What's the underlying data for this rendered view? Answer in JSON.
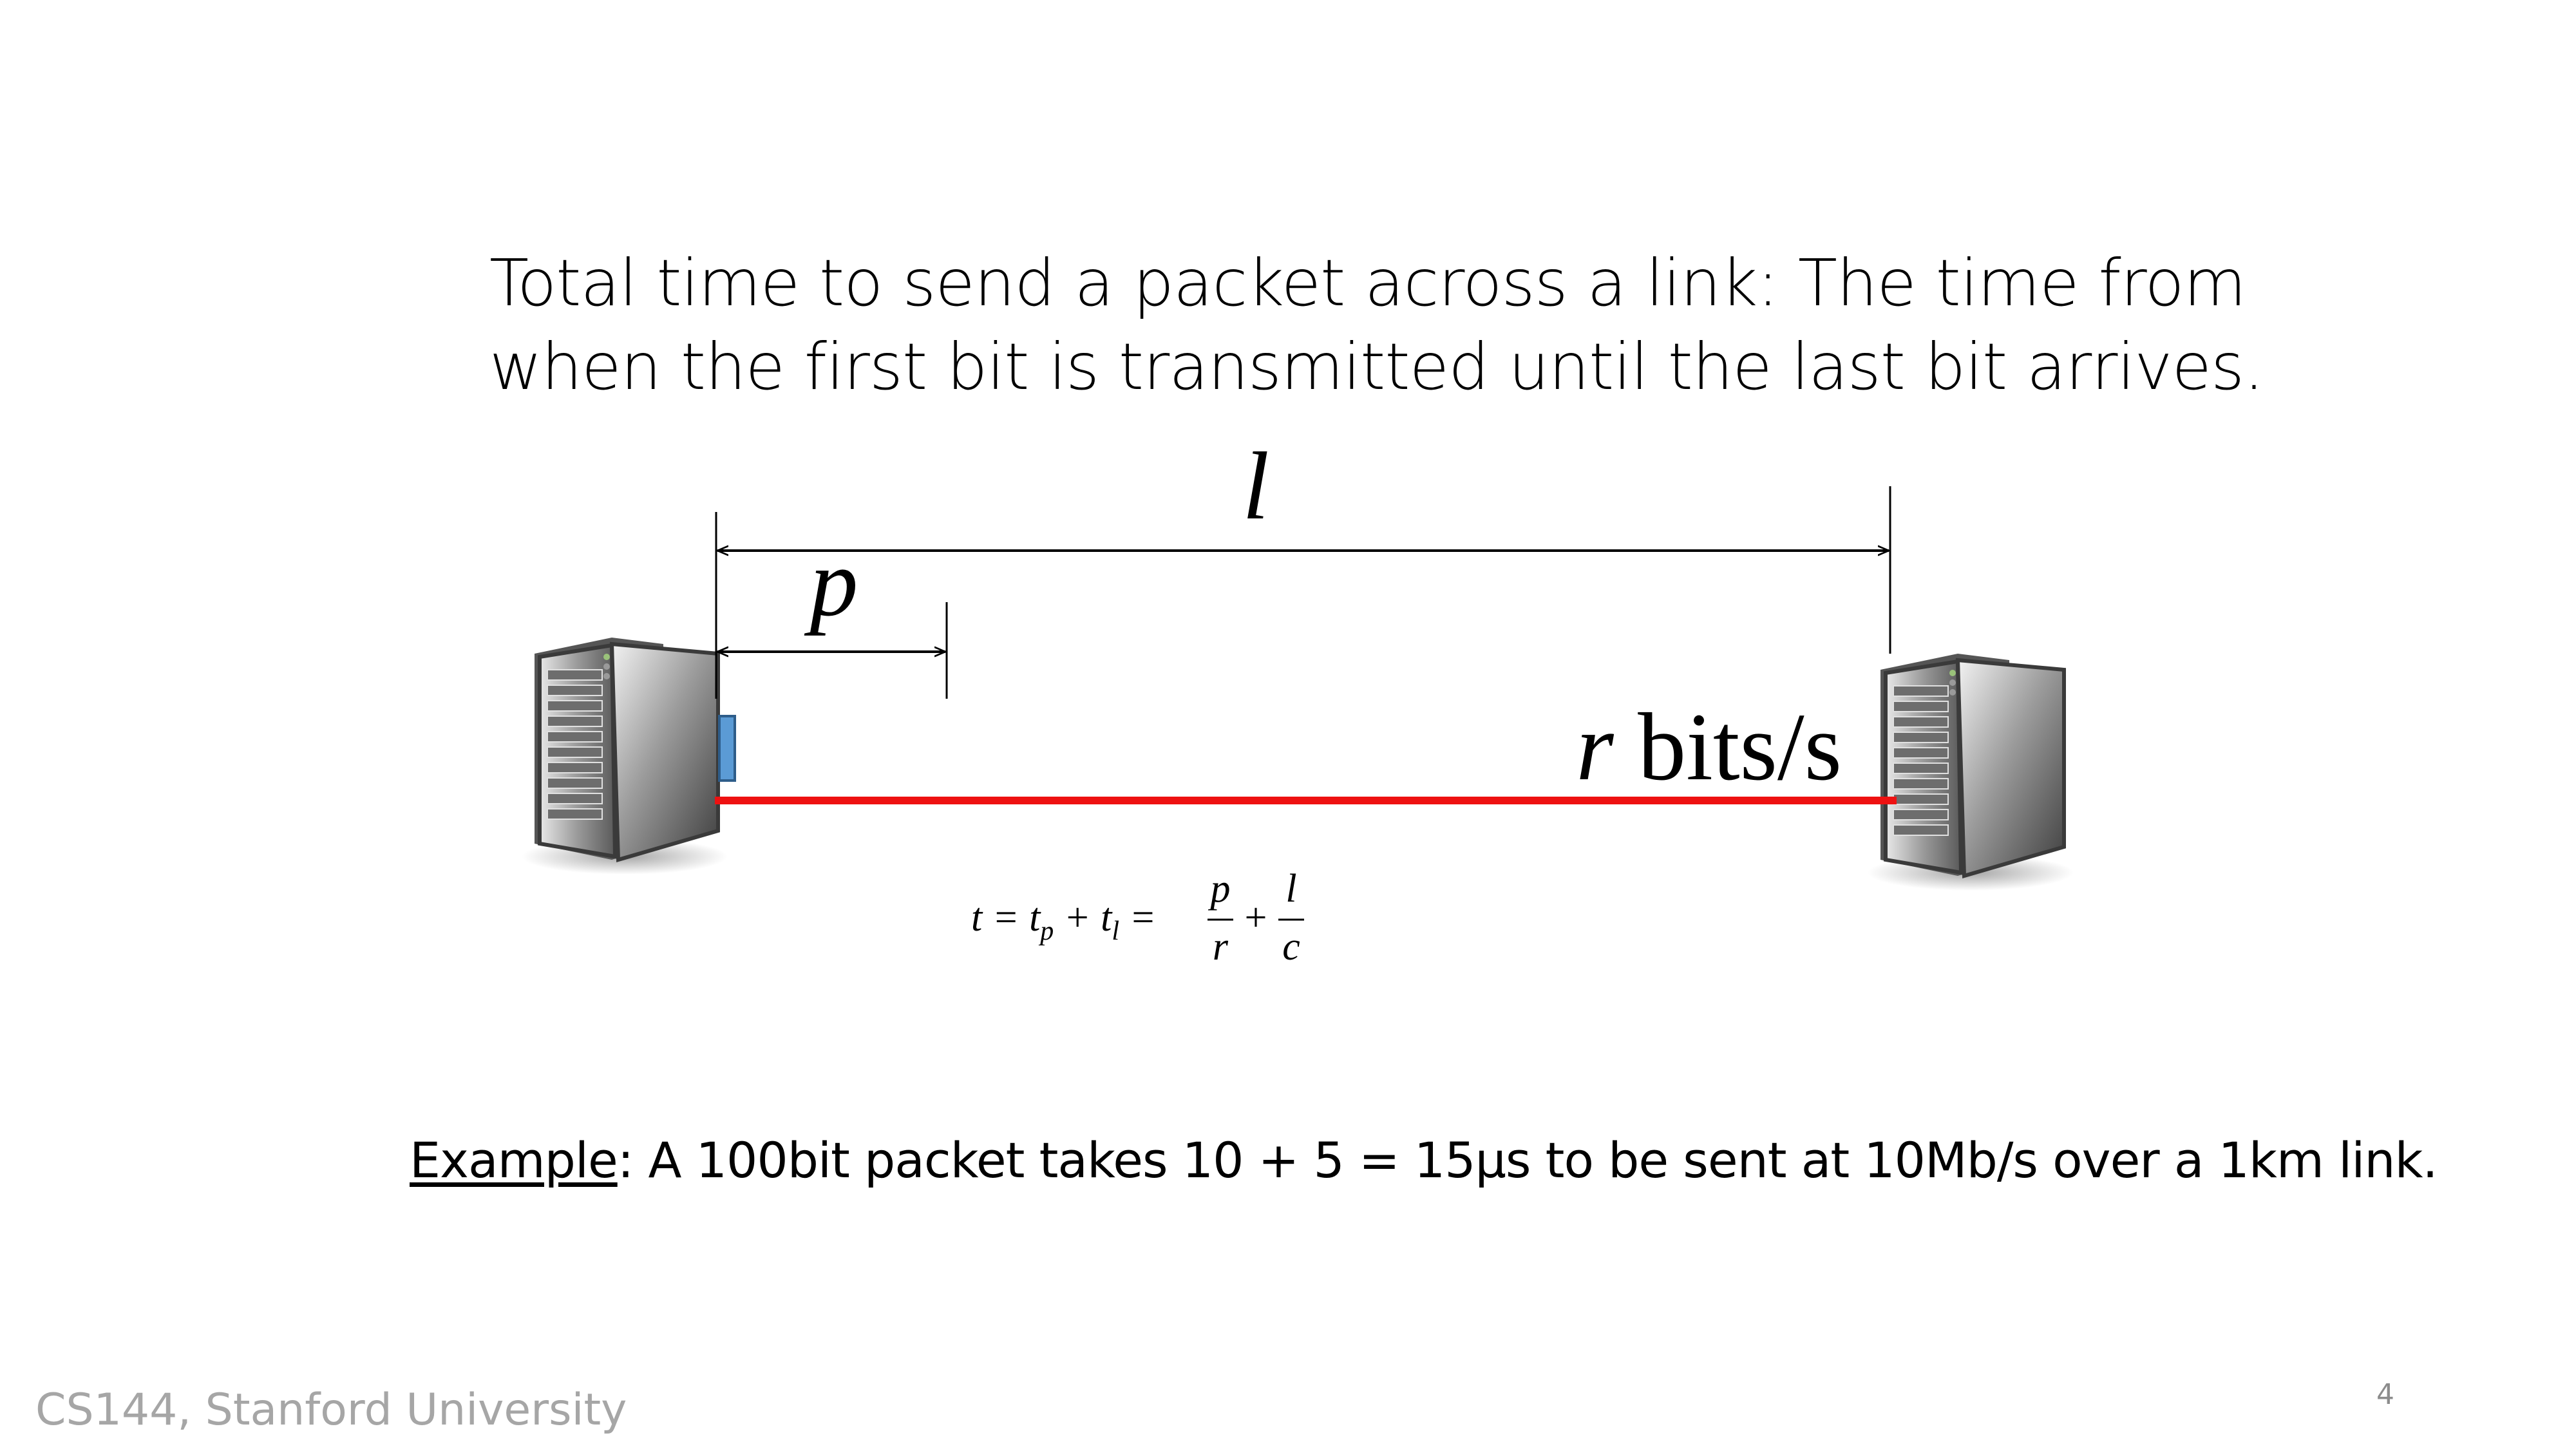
{
  "slide": {
    "heading_line1": "Total time to send a packet across a link: The time from",
    "heading_line2": "when the first bit is transmitted until the last bit arrives."
  },
  "diagram": {
    "label_l": "l",
    "label_p": "p",
    "label_r": "r",
    "label_rate": " bits/s",
    "formula": {
      "lhs": "t = t",
      "sub_p": "p",
      "plus1": " + t",
      "sub_l": "l",
      "eq": " =",
      "frac1_num": "p",
      "frac1_den": "r",
      "plus2": "+",
      "frac2_num": "l",
      "frac2_den": "c"
    },
    "link_color": "#ee1111",
    "packet_color": "#5b9bd5",
    "icons": [
      "server-icon",
      "server-icon"
    ]
  },
  "example": {
    "label": "Example",
    "text": ": A 100bit packet takes 10 + 5 = 15μs to be sent at 10Mb/s over a 1km link."
  },
  "footer": {
    "course": "CS144, Stanford University",
    "page_number": "4"
  }
}
